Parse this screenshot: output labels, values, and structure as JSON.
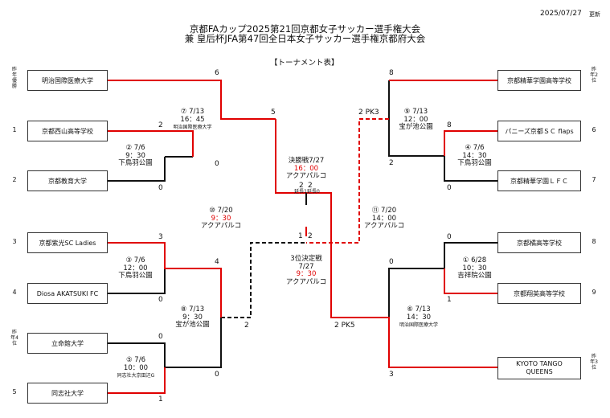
{
  "header": {
    "updated_date": "2025/07/27",
    "updated_label": "更新",
    "title_line1": "京都FAカップ2025第21回京都女子サッカー選手権大会",
    "title_line2": "兼 皇后杯JFA第47回全日本女子サッカー選手権京都府大会",
    "subtitle": "【トーナメント表】"
  },
  "teams": {
    "l1": "明治国際医療大学",
    "l2": "京都西山高等学校",
    "l3": "京都教育大学",
    "l4": "京都紫光SC Ladies",
    "l5": "Diosa AKATSUKI FC",
    "l6": "立命館大学",
    "l7": "同志社大学",
    "r1": "京都精華学園高等学校",
    "r2": "パニーズ京都ＳＣ flaps",
    "r3": "京都精華学園ＬＦＣ",
    "r4": "京都橘高等学校",
    "r5": "京都翔英高等学校",
    "r6a": "KYOTO TANGO",
    "r6b": "QUEENS"
  },
  "seeds": {
    "l1": "昨年優勝",
    "l2": "1",
    "l3": "2",
    "l4": "3",
    "l5": "4",
    "l6": "昨年4位",
    "l7": "5",
    "r1": "昨年2位",
    "r2": "6",
    "r3": "7",
    "r4": "8",
    "r5": "9",
    "r6": "昨年3位"
  },
  "scores": {
    "l1": "6",
    "l2": "2",
    "l3": "0",
    "l23": "0",
    "lq1": "5",
    "l4": "3",
    "l5": "0",
    "l45": "4",
    "l6": "0",
    "l7": "1",
    "l67": "0",
    "lq2": "2",
    "r1": "8",
    "r2": "8",
    "r3": "0",
    "r23": "2",
    "rq1": "2 PK3",
    "r4": "0",
    "r5": "1",
    "r45": "0",
    "r6": "3",
    "rq2": "2 PK5",
    "final_l": "2",
    "final_r": "2",
    "third_l": "1",
    "third_r": "2"
  },
  "matches": {
    "m1": {
      "no": "① 6/28",
      "time": "10：30",
      "venue": "吉祥院公園"
    },
    "m2": {
      "no": "② 7/6",
      "time": "9：30",
      "venue": "下鳥羽公園"
    },
    "m3": {
      "no": "③ 7/6",
      "time": "12：00",
      "venue": "下鳥羽公園"
    },
    "m4": {
      "no": "④ 7/6",
      "time": "14：30",
      "venue": "下鳥羽公園"
    },
    "m5": {
      "no": "⑤ 7/6",
      "time": "10：00",
      "venue": "同志社大京田辺G"
    },
    "m6": {
      "no": "⑥ 7/13",
      "time": "14：30",
      "venue": "明治国際医療大学"
    },
    "m7": {
      "no": "⑦ 7/13",
      "time": "16：45",
      "venue": "明治国際医療大学"
    },
    "m8": {
      "no": "⑧ 7/13",
      "time": "9：30",
      "venue": "宝が池公園"
    },
    "m9": {
      "no": "⑨ 7/13",
      "time": "12：00",
      "venue": "宝が池公園"
    },
    "m10": {
      "no": "⑩ 7/20",
      "time": "9：30",
      "venue": "アクアパルコ"
    },
    "m11": {
      "no": "⑪ 7/20",
      "time": "14：00",
      "venue": "アクアパルコ"
    },
    "final": {
      "no": "決勝戦7/27",
      "time": "16：00",
      "venue": "アクアパルコ",
      "note": "延長1延長0"
    },
    "third": {
      "no": "3位決定戦",
      "date": "7/27",
      "time": "9：30",
      "venue": "アクアパルコ"
    }
  },
  "colors": {
    "winner_line": "#e00000",
    "loser_line": "#111111"
  }
}
